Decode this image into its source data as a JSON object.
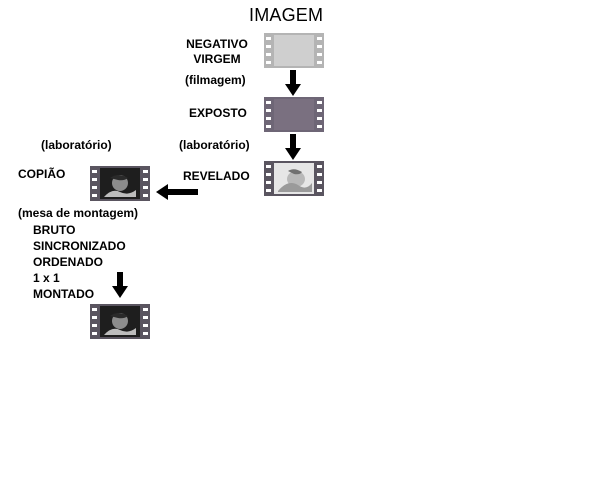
{
  "title": "IMAGEM",
  "stages": {
    "negativo": [
      "NEGATIVO",
      "VIRGEM"
    ],
    "filmagem": "(filmagem)",
    "exposto": "EXPOSTO",
    "lab1": "(laboratório)",
    "revelado": "REVELADO",
    "lab2": "(laboratório)",
    "copiao": "COPIÃO",
    "mesa": "(mesa de montagem)",
    "list": [
      "BRUTO",
      "SINCRONIZADO",
      "ORDENADO",
      "1 x 1",
      "MONTADO"
    ]
  },
  "colors": {
    "film_blank_frame": "#c8c8c8",
    "film_blank_border": "#b4b4b4",
    "film_exposed_frame": "#7a7080",
    "film_exposed_border": "#706878",
    "film_dark_border": "#5a5560",
    "arrow": "#000000"
  },
  "icons": {
    "negativo_film": "blank-film-strip-icon",
    "exposto_film": "exposed-film-strip-icon",
    "revelado_film": "negative-portrait-film-icon",
    "copiao_film": "positive-portrait-film-icon",
    "montado_film": "positive-portrait-film-icon"
  }
}
